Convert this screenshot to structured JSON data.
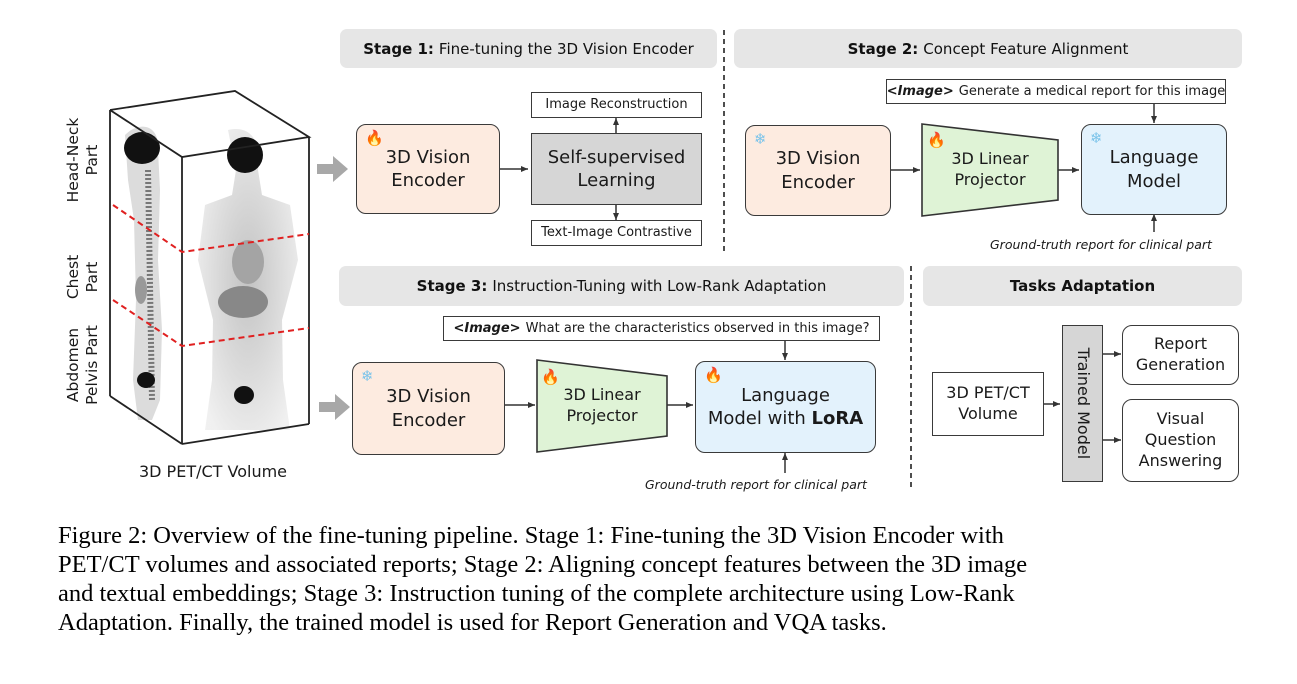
{
  "volume": {
    "labels": [
      {
        "line1": "Head-Neck",
        "line2": "Part"
      },
      {
        "line1": "Chest",
        "line2": "Part"
      },
      {
        "line1": "Abdomen",
        "line2": "Pelvis Part"
      }
    ],
    "caption": "3D PET/CT Volume"
  },
  "stage1": {
    "title_bold": "Stage 1:",
    "title_rest": "Fine-tuning the 3D Vision Encoder",
    "encoder": {
      "line1": "3D Vision",
      "line2": "Encoder",
      "icon": "flame-icon"
    },
    "ssl": {
      "line1": "Self-supervised",
      "line2": "Learning"
    },
    "output_top": "Image Reconstruction",
    "output_bottom": "Text-Image Contrastive"
  },
  "stage2": {
    "title_bold": "Stage 2:",
    "title_rest": "Concept Feature Alignment",
    "prompt_tag": "<Image>",
    "prompt_text": "Generate a medical report for this image",
    "encoder": {
      "line1": "3D Vision",
      "line2": "Encoder",
      "icon": "snowflake-icon"
    },
    "projector": {
      "line1": "3D Linear",
      "line2": "Projector",
      "icon": "flame-icon"
    },
    "lm": {
      "line1": "Language",
      "line2": "Model",
      "icon": "snowflake-icon"
    },
    "ground_truth": "Ground-truth report for clinical part"
  },
  "stage3": {
    "title_bold": "Stage 3:",
    "title_rest": "Instruction-Tuning with Low-Rank Adaptation",
    "prompt_tag": "<Image>",
    "prompt_text": "What are the characteristics observed in this image?",
    "encoder": {
      "line1": "3D Vision",
      "line2": "Encoder",
      "icon": "snowflake-icon"
    },
    "projector": {
      "line1": "3D Linear",
      "line2": "Projector",
      "icon": "flame-icon"
    },
    "lm": {
      "line1": "Language",
      "line2_pre": "Model with",
      "line2_bold": "LoRA",
      "icon": "flame-icon"
    },
    "ground_truth": "Ground-truth report for clinical part"
  },
  "tasks": {
    "title": "Tasks Adaptation",
    "input": {
      "line1": "3D PET/CT",
      "line2": "Volume"
    },
    "model": "Trained Model",
    "out1": {
      "line1": "Report",
      "line2": "Generation"
    },
    "out2": {
      "line1": "Visual",
      "line2": "Question",
      "line3": "Answering"
    }
  },
  "icons": {
    "flame": "🔥",
    "snowflake": "❄"
  },
  "colors": {
    "encoder_fill": "#fdebe0",
    "projector_fill": "#dff3d6",
    "lm_fill": "#e3f2fc",
    "ssl_fill": "#d6d6d6",
    "header_fill": "#e6e6e6",
    "region_divider": "#e02020"
  },
  "figure_caption": [
    "Figure 2: Overview of the fine-tuning pipeline. Stage 1: Fine-tuning the 3D Vision Encoder with",
    "PET/CT volumes and associated reports; Stage 2: Aligning concept features between the 3D image",
    "and textual embeddings; Stage 3: Instruction tuning of the complete architecture using Low-Rank",
    "Adaptation. Finally, the trained model is used for Report Generation and VQA tasks."
  ]
}
